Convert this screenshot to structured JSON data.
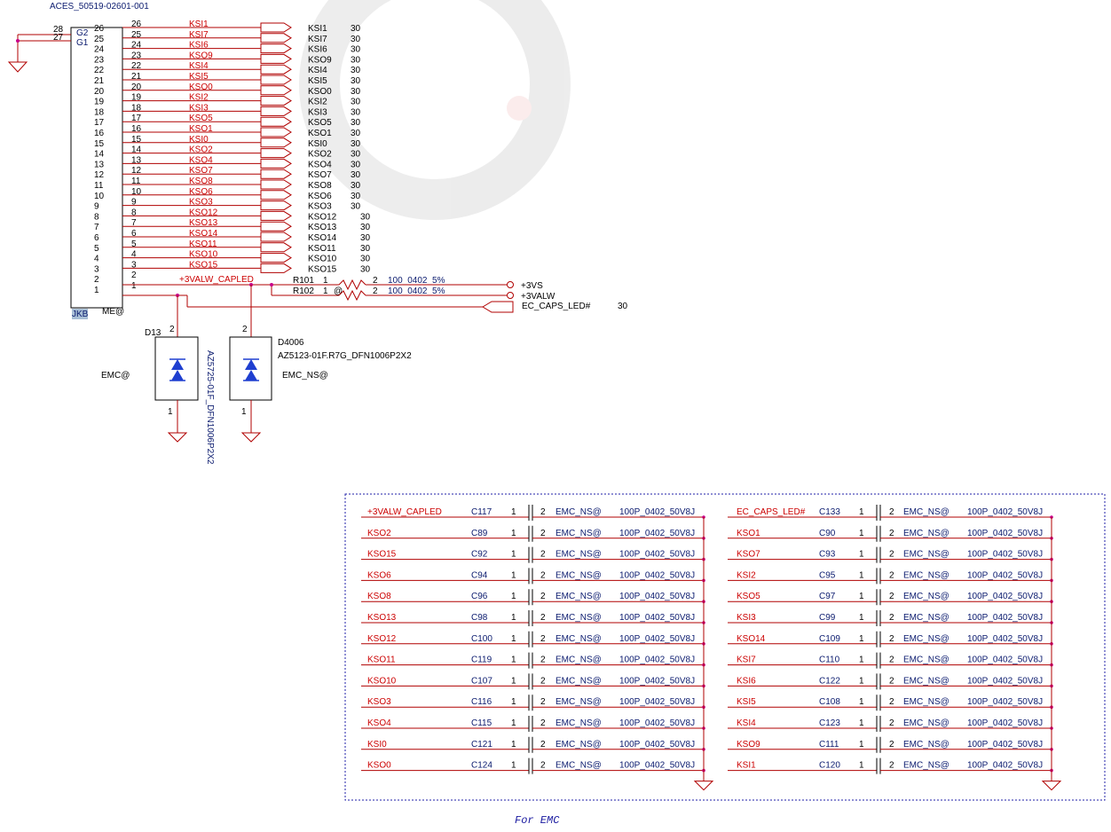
{
  "connector": {
    "part": "ACES_50519-02601-001",
    "refdes": "JKB",
    "option": "ME@",
    "gnd_pins": [
      {
        "outer": "28",
        "inner": "G2"
      },
      {
        "outer": "27",
        "inner": "G1"
      }
    ],
    "left_pins": [
      "26",
      "25",
      "24",
      "23",
      "22",
      "21",
      "20",
      "19",
      "18",
      "17",
      "16",
      "15",
      "14",
      "13",
      "12",
      "11",
      "10",
      "9",
      "8",
      "7",
      "6",
      "5",
      "4",
      "3",
      "2",
      "1"
    ],
    "right_pins": [
      "26",
      "25",
      "24",
      "23",
      "22",
      "21",
      "20",
      "19",
      "18",
      "17",
      "16",
      "15",
      "14",
      "13",
      "12",
      "11",
      "10",
      "9",
      "8",
      "7",
      "6",
      "5",
      "4",
      "3",
      "2",
      "1"
    ],
    "nets": [
      "KSI1",
      "KSI7",
      "KSI6",
      "KSO9",
      "KSI4",
      "KSI5",
      "KSO0",
      "KSI2",
      "KSI3",
      "KSO5",
      "KSO1",
      "KSI0",
      "KSO2",
      "KSO4",
      "KSO7",
      "KSO8",
      "KSO6",
      "KSO3",
      "KSO12",
      "KSO13",
      "KSO14",
      "KSO11",
      "KSO10",
      "KSO15"
    ],
    "page_ref": "30",
    "pin2_net": "+3VALW_CAPLED"
  },
  "resistors": [
    {
      "ref": "R101",
      "p1": "1",
      "p2": "2",
      "value": "100_0402_5%",
      "rail": "+3VS",
      "option": ""
    },
    {
      "ref": "R102",
      "p1": "1",
      "p2": "2",
      "value": "100_0402_5%",
      "rail": "+3VALW",
      "option": "@"
    }
  ],
  "led_net": {
    "name": "EC_CAPS_LED#",
    "page": "30"
  },
  "diodes": [
    {
      "ref": "D13",
      "part": "AZ5725-01F_DFN1006P2X2",
      "option": "EMC@",
      "pin_top": "2",
      "pin_bot": "1"
    },
    {
      "ref": "D4006",
      "part": "AZ5123-01F.R7G_DFN1006P2X2",
      "option": "EMC_NS@",
      "pin_top": "2",
      "pin_bot": "1"
    }
  ],
  "emc_caps": {
    "left": [
      {
        "net": "+3VALW_CAPLED",
        "ref": "C117"
      },
      {
        "net": "KSO2",
        "ref": "C89"
      },
      {
        "net": "KSO15",
        "ref": "C92"
      },
      {
        "net": "KSO6",
        "ref": "C94"
      },
      {
        "net": "KSO8",
        "ref": "C96"
      },
      {
        "net": "KSO13",
        "ref": "C98"
      },
      {
        "net": "KSO12",
        "ref": "C100"
      },
      {
        "net": "KSO11",
        "ref": "C119"
      },
      {
        "net": "KSO10",
        "ref": "C107"
      },
      {
        "net": "KSO3",
        "ref": "C116"
      },
      {
        "net": "KSO4",
        "ref": "C115"
      },
      {
        "net": "KSI0",
        "ref": "C121"
      },
      {
        "net": "KSO0",
        "ref": "C124"
      }
    ],
    "right": [
      {
        "net": "EC_CAPS_LED#",
        "ref": "C133"
      },
      {
        "net": "KSO1",
        "ref": "C90"
      },
      {
        "net": "KSO7",
        "ref": "C93"
      },
      {
        "net": "KSI2",
        "ref": "C95"
      },
      {
        "net": "KSO5",
        "ref": "C97"
      },
      {
        "net": "KSI3",
        "ref": "C99"
      },
      {
        "net": "KSO14",
        "ref": "C109"
      },
      {
        "net": "KSI7",
        "ref": "C110"
      },
      {
        "net": "KSI6",
        "ref": "C122"
      },
      {
        "net": "KSI5",
        "ref": "C108"
      },
      {
        "net": "KSI4",
        "ref": "C123"
      },
      {
        "net": "KSO9",
        "ref": "C111"
      },
      {
        "net": "KSI1",
        "ref": "C120"
      }
    ],
    "pin1": "1",
    "pin2": "2",
    "option": "EMC_NS@",
    "value": "100P_0402_50V8J"
  },
  "footer": "For EMC",
  "colors": {
    "net_red": "#cc0000",
    "wire_red": "#b00000",
    "pad_magenta": "#c8008a",
    "label_navy": "#0a1a6e"
  }
}
